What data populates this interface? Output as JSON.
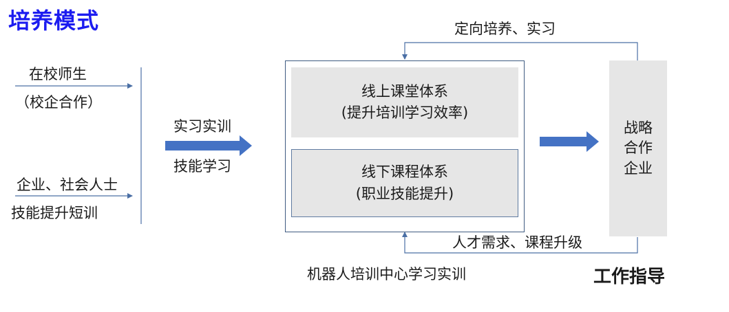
{
  "title": "培养模式",
  "inputs": {
    "students_line1": "在校师生",
    "students_line2": "（校企合作）",
    "enterprise_line1": "企业、社会人士",
    "enterprise_line2": "技能提升短训"
  },
  "middle": {
    "top_label": "实习实训",
    "bottom_label": "技能学习"
  },
  "center": {
    "online_line1": "线上课堂体系",
    "online_line2": "(提升培训学习效率)",
    "offline_line1": "线下课程体系",
    "offline_line2": "(职业技能提升)",
    "caption": "机器人培训中心学习实训"
  },
  "partner": {
    "line1": "战略",
    "line2": "合作",
    "line3": "企业"
  },
  "feedback": {
    "top_label": "定向培养、实习",
    "bottom_label": "人才需求、课程升级"
  },
  "footer": {
    "work_guide": "工作指导"
  },
  "colors": {
    "title": "#1c1cf0",
    "accent_arrow": "#4472c4",
    "line": "#4a6fa5",
    "panel": "#e6e6e6"
  }
}
